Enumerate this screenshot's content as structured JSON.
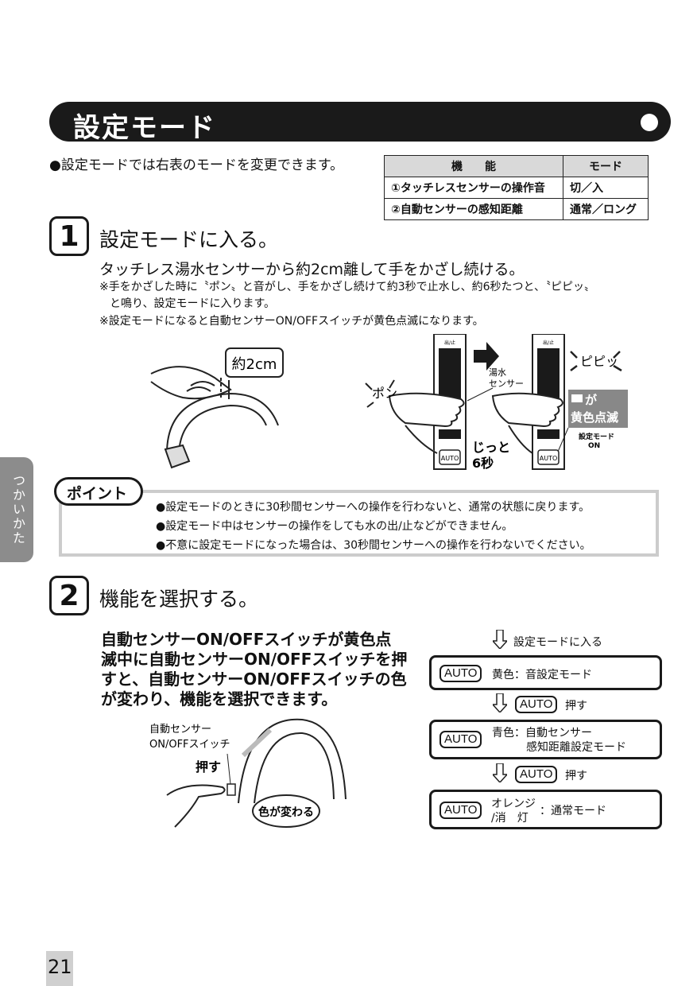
{
  "page_title": "設定モード",
  "intro": "●設定モードでは右表のモードを変更できます。",
  "mode_table": {
    "headers": [
      "機　　能",
      "モード"
    ],
    "rows": [
      [
        "①タッチレスセンサーの操作音",
        "切／入"
      ],
      [
        "②自動センサーの感知距離",
        "通常／ロング"
      ]
    ]
  },
  "step1": {
    "number": "1",
    "title": "設定モードに入る。",
    "main": "タッチレス湯水センサーから約2cm離して手をかざし続ける。",
    "note1": "※手をかざした時に〝ポン〟と音がし、手をかざし続けて約3秒で止水し、約6秒たつと、〝ピピッ〟",
    "note1b": "と鳴り、設定モードに入ります。",
    "note2": "※設定モードになると自動センサーON/OFFスイッチが黄色点滅になります。",
    "figure": {
      "distance": "約2cm",
      "pon": "ポン",
      "sensor_label_1": "湯水",
      "sensor_label_2": "センサー",
      "pipi": "ピピッ",
      "wait_1": "じっと",
      "wait_2": "6秒",
      "blink_1": "が",
      "blink_2": "黄色点滅",
      "mode_on_1": "設定モード",
      "mode_on_2": "ON",
      "auto": "AUTO",
      "out_stop": "出/止"
    }
  },
  "side_tab": "つかいかた",
  "point": {
    "label": "ポイント",
    "lines": [
      "●設定モードのときに30秒間センサーへの操作を行わないと、通常の状態に戻ります。",
      "●設定モード中はセンサーの操作をしても水の出/止などができません。",
      "●不意に設定モードになった場合は、30秒間センサーへの操作を行わないでください。"
    ]
  },
  "step2": {
    "number": "2",
    "title": "機能を選択する。",
    "desc": [
      "自動センサーON/OFFスイッチが黄色点",
      "滅中に自動センサーON/OFFスイッチを押",
      "すと、自動センサーON/OFFスイッチの色",
      "が変わり、機能を選択できます。"
    ],
    "figure": {
      "switch_label_1": "自動センサー",
      "switch_label_2": "ON/OFFスイッチ",
      "push": "押す",
      "color_change": "色が変わる"
    }
  },
  "flow": {
    "enter": "設定モードに入る",
    "auto": "AUTO",
    "push": "押す",
    "box1": "黄色：音設定モード",
    "box2_line1": "青色：自動センサー",
    "box2_line2": "感知距離設定モード",
    "box3_orange": "オレンジ",
    "box3_off": "/消　灯",
    "box3_mode": "：通常モード"
  },
  "page_number": "21"
}
